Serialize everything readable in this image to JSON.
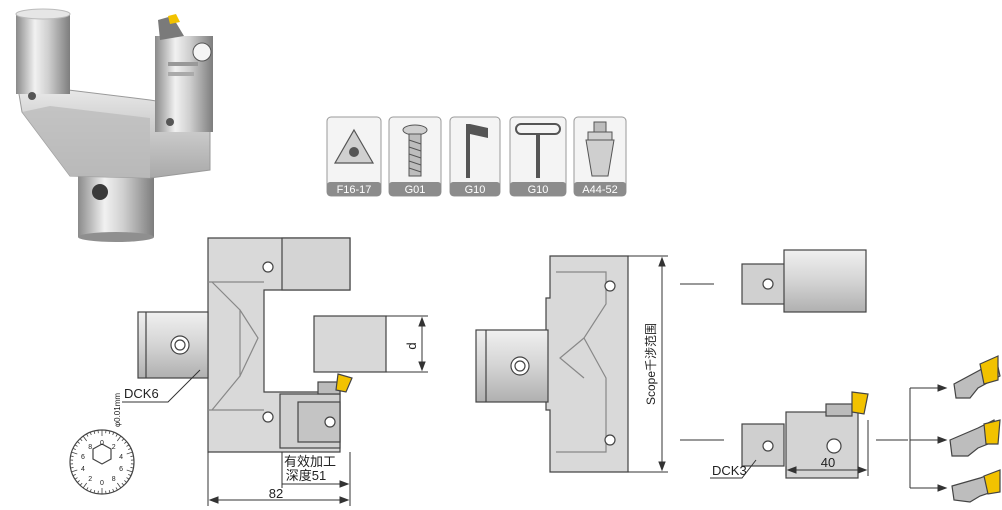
{
  "accessories": [
    {
      "code": "F16-17",
      "icon": "insert-icon"
    },
    {
      "code": "G01",
      "icon": "screw-icon"
    },
    {
      "code": "G10",
      "icon": "key-icon"
    },
    {
      "code": "G10",
      "icon": "t-wrench-icon"
    },
    {
      "code": "A44-52",
      "icon": "collet-icon"
    }
  ],
  "left_drawing": {
    "dck_label": "DCK6",
    "d_label": "d",
    "depth_line1": "有效加工",
    "depth_line2": "深度51",
    "width_dim": "82",
    "dial_label": "φ0.01mm",
    "dial_numbers": [
      "0",
      "2",
      "4",
      "6",
      "8",
      "0",
      "2",
      "4",
      "6",
      "8"
    ]
  },
  "right_drawing": {
    "scope_label": "Scope千涉范围",
    "dck_label": "DCK3",
    "width_dim": "40"
  },
  "colors": {
    "body_fill": "#d9d9d9",
    "body_stroke": "#444444",
    "insert_yellow": "#f2c200",
    "badge_bg": "#8c8c8c"
  }
}
